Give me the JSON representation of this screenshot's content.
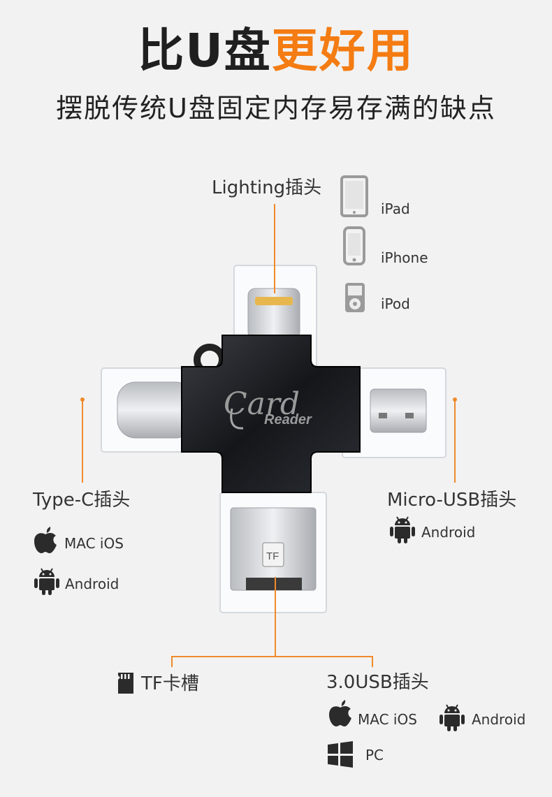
{
  "headline": {
    "part1": "比U盘",
    "part2": "更好用"
  },
  "subline": "摆脱传统U盘固定内存易存满的缺点",
  "lighting": {
    "label": "Lighting插头",
    "devices": [
      {
        "name": "iPad",
        "icon": "ipad-icon"
      },
      {
        "name": "iPhone",
        "icon": "iphone-icon"
      },
      {
        "name": "iPod",
        "icon": "ipod-icon"
      }
    ]
  },
  "typec": {
    "label": "Type-C插头",
    "systems": [
      {
        "name": "MAC iOS",
        "icon": "apple-icon"
      },
      {
        "name": "Android",
        "icon": "android-icon"
      }
    ]
  },
  "microusb": {
    "label": "Micro-USB插头",
    "systems": [
      {
        "name": "Android",
        "icon": "android-icon"
      }
    ]
  },
  "tf": {
    "label": "TF卡槽",
    "icon": "sd-card-icon"
  },
  "usb3": {
    "label": "3.0USB插头",
    "systems": [
      {
        "name": "MAC iOS",
        "icon": "apple-icon"
      },
      {
        "name": "Android",
        "icon": "android-icon"
      },
      {
        "name": "PC",
        "icon": "windows-icon"
      }
    ]
  },
  "product": {
    "logo_text_1": "Card",
    "logo_text_2": "Reader",
    "slot_text": "TF"
  },
  "colors": {
    "accent": "#f47c12",
    "line": "#f08a2a",
    "background": "#f2f2f2"
  }
}
